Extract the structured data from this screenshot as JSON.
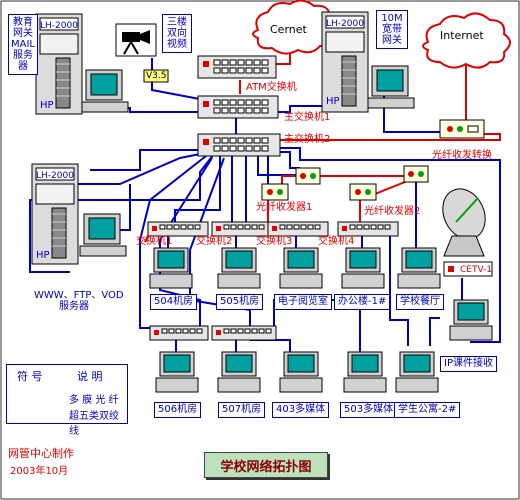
{
  "servers": {
    "mail": {
      "caption": "教育\n网关\nMAIL\n服务\n器",
      "model": "LH-2000",
      "brand": "HP"
    },
    "gateway": {
      "caption": "10M\n宽带\n网关",
      "model": "LH-2000",
      "brand": "HP"
    },
    "www": {
      "caption": "WWW、FTP、VOD\n服务器",
      "model": "LH-2000",
      "brand": "HP"
    }
  },
  "video": {
    "caption": "三楼\n双向\n视频",
    "badge": "V3.5"
  },
  "clouds": {
    "cernet": "Cernet",
    "internet": "Internet"
  },
  "switches": {
    "atm": "ATM交换机",
    "main1": "主交换机1",
    "main2": "主交换机2",
    "sw1": "交换机1",
    "sw2": "交换机2",
    "sw3": "交换机3",
    "sw4": "交换机4"
  },
  "transceivers": {
    "fiber_convert": "光纤收发转换",
    "fiber1": "光纤收发器1",
    "fiber2": "光纤收发器2"
  },
  "rooms": {
    "r504": "504机房",
    "r505": "505机房",
    "reading": "电子阅览室",
    "office": "办公楼-1#",
    "canteen": "学校餐厅",
    "r506": "506机房",
    "r507": "507机房",
    "m403": "403多媒体",
    "m503": "503多媒体",
    "dorm": "学生公寓-2#",
    "ip": "IP课件接收"
  },
  "satellite": {
    "badge": "CETV-1"
  },
  "legend": {
    "symbol_header": "符 号",
    "desc_header": "说 明",
    "fiber_label": "多 膜 光 纤",
    "twisted_label": "超五类双绞线",
    "fiber_color": "#e00000",
    "twisted_color": "#0000c0"
  },
  "footer": {
    "maker": "网管中心制作",
    "date": "2003年10月",
    "title": "学校网络拓扑图"
  }
}
